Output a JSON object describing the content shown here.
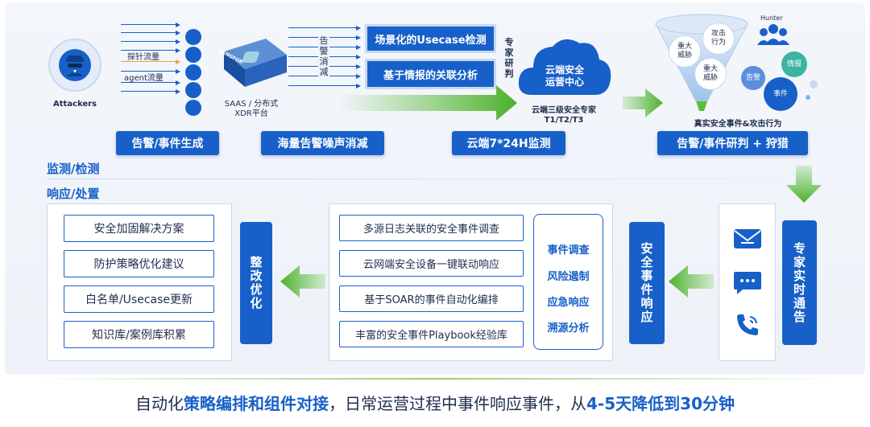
{
  "attackers": {
    "label": "Attackers"
  },
  "probe_label": "探针流量",
  "agent_label": "agent流量",
  "saas": {
    "line1": "SAAS / 分布式",
    "line2": "XDR平台",
    "brand": "SANGFOR"
  },
  "vertical_alert": [
    "告",
    "警",
    "消",
    "减"
  ],
  "usecase_box": "场景化的Usecase检测",
  "intel_box": "基于情报的关联分析",
  "expert_analysis": [
    "专",
    "家",
    "研",
    "判"
  ],
  "cloud": {
    "line1": "云端安全",
    "line2": "运营中心",
    "caption1": "云端三级安全专家",
    "caption2": "T1/T2/T3"
  },
  "funnel": {
    "items": [
      "重大威胁",
      "攻击行为",
      "重大威胁"
    ],
    "caption": "真实安全事件&攻击行为"
  },
  "hunter": {
    "label": "Hunter"
  },
  "bubbles": [
    "情报",
    "告警",
    "事件"
  ],
  "stage_labels": [
    "告警/事件生成",
    "海量告警噪声消减",
    "云端7*24H监测",
    "告警/事件研判 + 狩猎"
  ],
  "section_titles": {
    "detect": "监测/检测",
    "respond": "响应/处置"
  },
  "left_list": [
    "安全加固解决方案",
    "防护策略优化建议",
    "白名单/Usecase更新",
    "知识库/案例库积累"
  ],
  "improve_label": "整改优化",
  "middle_list": [
    "多源日志关联的安全事件调查",
    "云网端安全设备一键联动响应",
    "基于SOAR的事件自动化编排",
    "丰富的安全事件Playbook经验库"
  ],
  "middle_sub": [
    "事件调查",
    "风险遏制",
    "应急响应",
    "溯源分析"
  ],
  "security_response_label": "安全事件响应",
  "expert_notify_label": "专家实时通告",
  "notify_icons": [
    "mail-icon",
    "chat-icon",
    "phone-icon"
  ],
  "bottom": {
    "p1": "自动化",
    "p2": "策略编排和组件对接",
    "p3": "，日常运营过程中事件响应事件，从",
    "p4": "4-5天降低到30分钟"
  },
  "colors": {
    "primary": "#1760c9",
    "green": "#5bbf3a",
    "text": "#1f2d4d"
  }
}
